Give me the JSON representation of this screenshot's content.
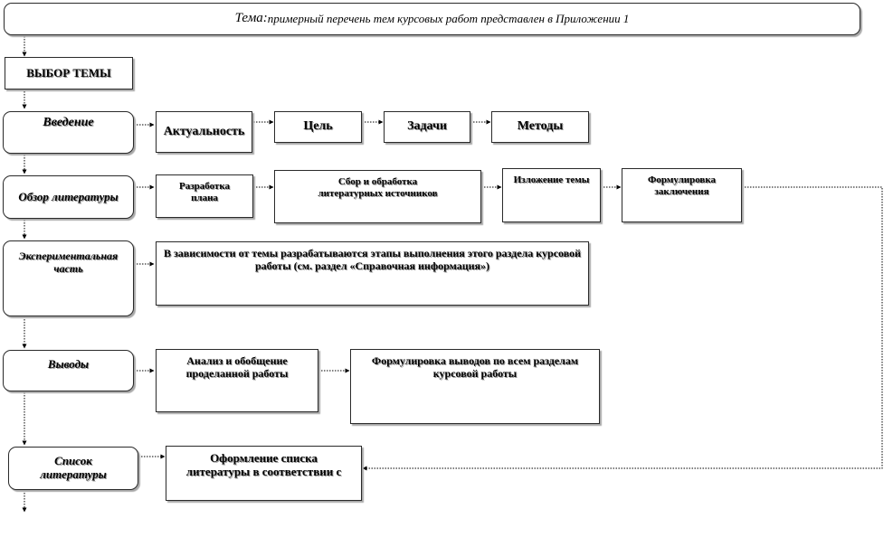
{
  "banner": {
    "prefix": "Тема:",
    "text": " примерный перечень тем курсовых работ представлен в Приложении 1"
  },
  "nodes": {
    "topic_choice": "ВЫБОР ТЕМЫ",
    "introduction": "Введение",
    "relevance": "Актуальность",
    "goal": "Цель",
    "tasks": "Задачи",
    "methods": "Методы",
    "literature_review": "Обзор литературы",
    "plan_development": "Разработка плана",
    "sources_collection": "Сбор и обработка литературных источников",
    "topic_statement": "Изложение темы",
    "conclusions_formulation": "Формулировка заключения",
    "experimental_part": "Экспериментальная часть",
    "experimental_note": "В зависимости от темы разрабатываются этапы выполнения этого раздела курсовой работы (см. раздел «Справочная информация»)",
    "findings": "Выводы",
    "analysis": "Анализ и обобщение проделанной работы",
    "findings_formulation": "Формулировка выводов по всем разделам курсовой работы",
    "bibliography": "Список литературы",
    "bibliography_design": "Оформление списка литературы в соответствии с"
  }
}
